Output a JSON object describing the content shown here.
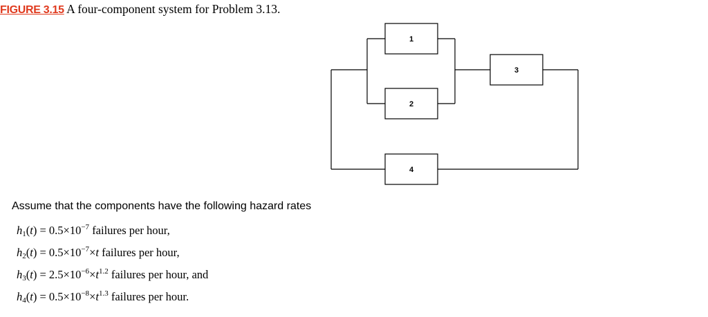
{
  "caption": {
    "figure_label": "FIGURE 3.15",
    "text": "A four-component system for Problem 3.13."
  },
  "diagram": {
    "components": [
      {
        "id": "1",
        "label": "1"
      },
      {
        "id": "2",
        "label": "2"
      },
      {
        "id": "3",
        "label": "3"
      },
      {
        "id": "4",
        "label": "4"
      }
    ],
    "stroke_color": "#000000"
  },
  "intro": "Assume that the components have the following hazard rates",
  "rates": [
    {
      "sub": "1",
      "coef": "0.5×10",
      "exp": "−7",
      "tail_pre": "",
      "t_exp": "",
      "rest": " failures per hour,"
    },
    {
      "sub": "2",
      "coef": "0.5×10",
      "exp": "−7",
      "tail_pre": "×t",
      "t_exp": "",
      "rest": " failures per hour,"
    },
    {
      "sub": "3",
      "coef": "2.5×10",
      "exp": "−6",
      "tail_pre": "×t",
      "t_exp": "1.2",
      "rest": " failures per hour, and"
    },
    {
      "sub": "4",
      "coef": "0.5×10",
      "exp": "−8",
      "tail_pre": "×t",
      "t_exp": "1.3",
      "rest": " failures per hour."
    }
  ]
}
